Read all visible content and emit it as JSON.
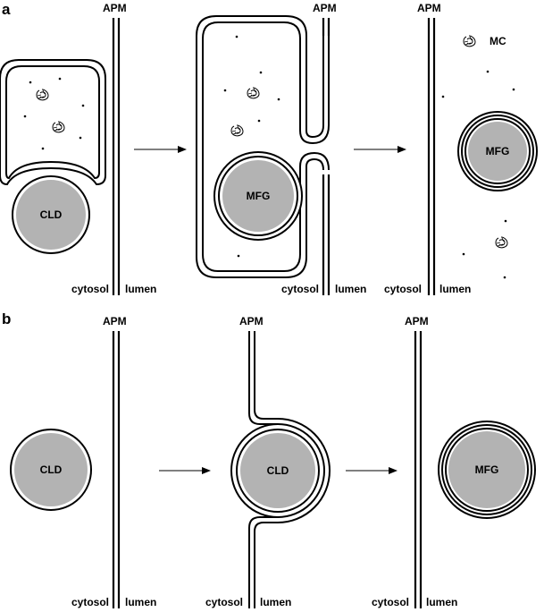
{
  "figure": {
    "panel_a": {
      "letter": "a",
      "step1": {
        "apm": "APM",
        "cytosol": "cytosol",
        "lumen": "lumen",
        "droplet": "CLD"
      },
      "step2": {
        "apm": "APM",
        "cytosol": "cytosol",
        "lumen": "lumen",
        "droplet": "MFG"
      },
      "step3": {
        "apm": "APM",
        "cytosol": "cytosol",
        "lumen": "lumen",
        "droplet": "MFG",
        "secreted_label": "MC"
      }
    },
    "panel_b": {
      "letter": "b",
      "step1": {
        "apm": "APM",
        "cytosol": "cytosol",
        "lumen": "lumen",
        "droplet": "CLD"
      },
      "step2": {
        "apm": "APM",
        "cytosol": "cytosol",
        "lumen": "lumen",
        "droplet": "CLD"
      },
      "step3": {
        "apm": "APM",
        "cytosol": "cytosol",
        "lumen": "lumen",
        "droplet": "MFG"
      }
    },
    "colors": {
      "droplet_fill": "#b3b3b3",
      "stroke": "#000000",
      "background": "#ffffff"
    },
    "icons": [
      "arrow-right-icon",
      "casein-micelle-icon",
      "vesicle-dot-icon"
    ]
  }
}
